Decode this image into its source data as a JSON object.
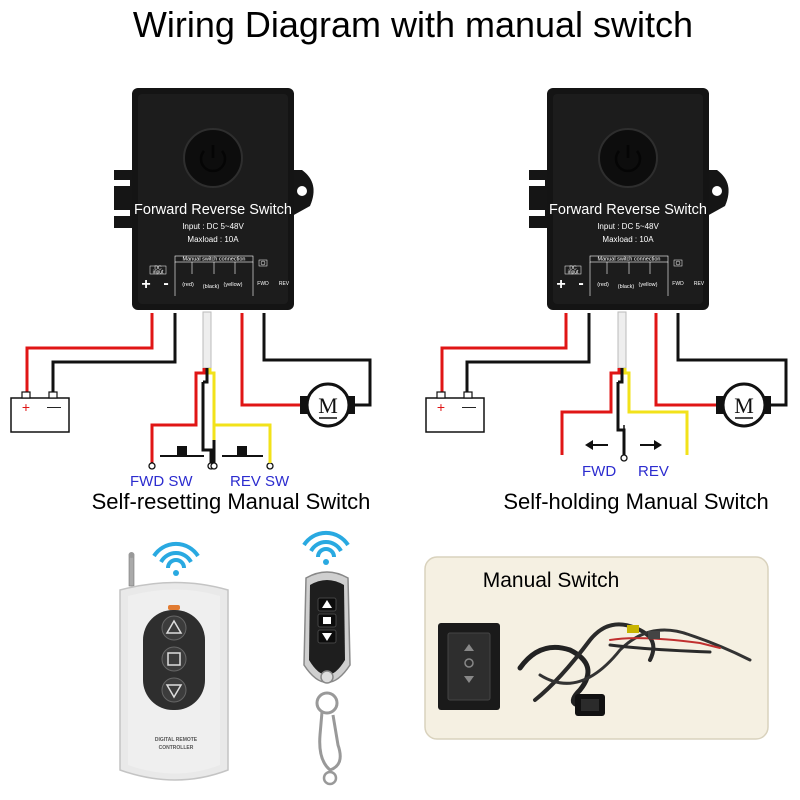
{
  "title": "Wiring Diagram with manual switch",
  "device": {
    "name": "Forward Reverse Switch",
    "input": "Input : DC 5~48V",
    "maxload": "Maxload : 10A",
    "manual_connection": "Manual switch connection",
    "dc_input": "DC\ninput",
    "plus": "+",
    "minus": "-",
    "wire_red": "(red)",
    "wire_black": "(black)",
    "wire_yellow": "(yellow)",
    "fwd": "FWD",
    "rev": "REV"
  },
  "battery": {
    "plus": "+",
    "minus": "—"
  },
  "motor_label": "M",
  "left_diagram": {
    "caption": "Self-resetting Manual Switch",
    "fwd_label": "FWD SW",
    "rev_label": "REV SW"
  },
  "right_diagram": {
    "caption": "Self-holding Manual Switch",
    "fwd_label": "FWD",
    "rev_label": "REV"
  },
  "remote": {
    "brand_line1": "DIGITAL REMOTE",
    "brand_line2": "CONTROLLER"
  },
  "panel": {
    "title": "Manual Switch"
  },
  "colors": {
    "wire_red": "#e01515",
    "wire_black": "#111111",
    "wire_yellow": "#f2e21a",
    "label_blue": "#2c2ccf",
    "wifi_blue": "#29a9e1",
    "panel_bg": "#f5f0e2"
  },
  "icons": [
    "power-icon",
    "antenna-icon",
    "wifi-signal-icon",
    "motor-icon",
    "battery-icon",
    "up-arrow-icon",
    "stop-square-icon",
    "down-arrow-icon"
  ]
}
